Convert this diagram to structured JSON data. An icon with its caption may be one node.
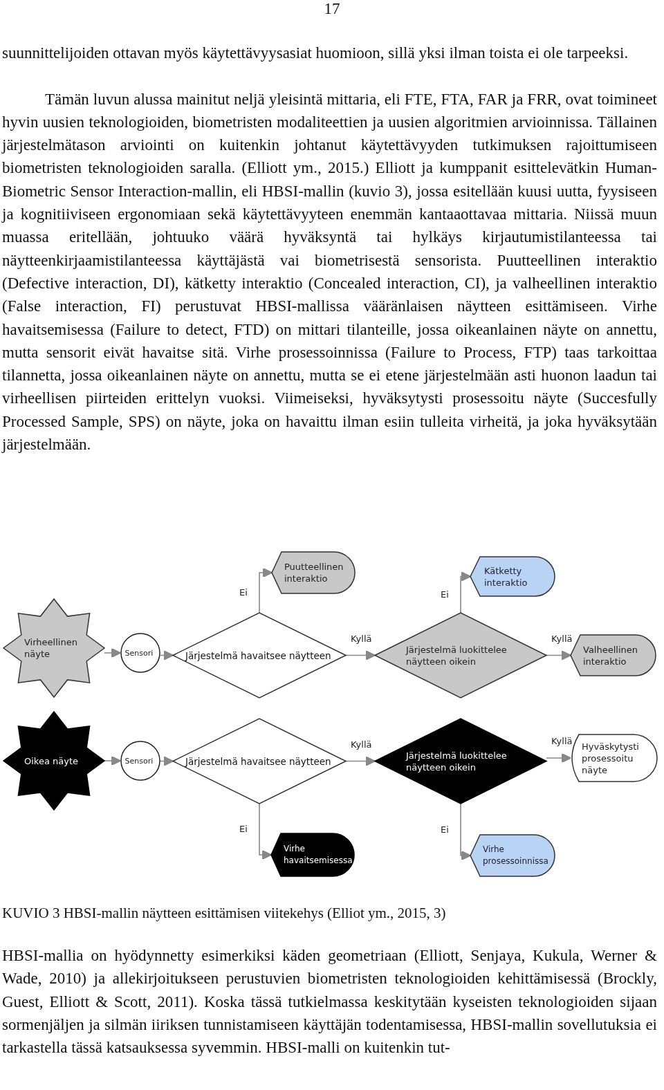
{
  "diagram": {
    "caption": "KUVIO 3 HBSI-mallin näytteen esittämisen viitekehys (Elliot ym., 2015, 3)",
    "nodes": [
      {
        "text": [
          "Virheellinen näyte"
        ]
      },
      {
        "text": [
          "Sensori"
        ]
      },
      {
        "text": [
          "Järjestelmä havaitsee näytteen"
        ]
      },
      {
        "text": [
          "Puutteellinen interaktio"
        ]
      },
      {
        "text": [
          "Järjestelmä luokittelee näytteen oikein"
        ]
      },
      {
        "text": [
          "Kätketty interaktio"
        ]
      },
      {
        "text": [
          "Valheellinen interaktio"
        ]
      },
      {
        "text": [
          "Oikea näyte"
        ]
      },
      {
        "text": [
          "Sensori"
        ]
      },
      {
        "text": [
          "Järjestelmä havaitsee näytteen"
        ]
      },
      {
        "text": [
          "Järjestelmä luokittelee näytteen oikein"
        ]
      },
      {
        "text": [
          "Hyväskytysti prosessoitu näyte"
        ]
      },
      {
        "text": [
          "Virhe havaitsemisessa"
        ]
      },
      {
        "text": [
          "Virhe prosessoinnissa"
        ]
      }
    ],
    "edges": [
      {
        "from": 0,
        "to": 1,
        "arrow": "to"
      },
      {
        "from": 1,
        "to": 2,
        "arrow": "to"
      },
      {
        "from": 2,
        "to": 3,
        "arrow": "to",
        "label": "Ei"
      },
      {
        "from": 2,
        "to": 4,
        "arrow": "to",
        "label": "Kyllä"
      },
      {
        "from": 4,
        "to": 5,
        "arrow": "to",
        "label": "Ei"
      },
      {
        "from": 4,
        "to": 6,
        "arrow": "to",
        "label": "Kyllä"
      },
      {
        "from": 7,
        "to": 8,
        "arrow": "to"
      },
      {
        "from": 8,
        "to": 9,
        "arrow": "to"
      },
      {
        "from": 9,
        "to": 10,
        "arrow": "to",
        "label": "Kyllä"
      },
      {
        "from": 10,
        "to": 11,
        "arrow": "to",
        "label": "Kyllä"
      },
      {
        "from": 9,
        "to": 12,
        "arrow": "to",
        "label": "Ei"
      },
      {
        "from": 10,
        "to": 13,
        "arrow": "to",
        "label": "Ei"
      }
    ],
    "labels": [
      "17",
      "suunnittelijoiden ottavan myös käytettävyysasiat huomioon, sillä yksi ilman toista ei ole tarpeeksi.",
      "Tämän luvun alussa mainitut neljä yleisintä mittaria, eli FTE, FTA, FAR ja FRR, ovat toimineet hyvin uusien teknologioiden, biometristen modaliteettien ja uusien algoritmien arvioinnissa. Tällainen järjestelmätason arviointi on kuitenkin johtanut käytettävyyden tutkimuksen rajoittumiseen biometristen teknologioiden saralla. (Elliott ym., 2015.) Elliott ja kumppanit esittelevätkin Human-Biometric Sensor Interaction-mallin, eli HBSI-mallin (kuvio 3), jossa esitellään kuusi uutta, fyysiseen ja kognitiiviseen ergonomiaan sekä käytettävyyteen enemmän kantaaottavaa mittaria. Niissä muun muassa eritellään, johtuuko väärä hyväksyntä tai hylkäys kirjautumistilanteessa tai näytteenkirjaamistilanteessa käyttäjästä vai biometrisestä sensorista. Puutteellinen interaktio (Defective interaction, DI), kätketty interaktio (Concealed interaction, CI), ja valheellinen interaktio (False interaction, FI) perustuvat HBSI-mallissa vääränlaisen näytteen esittämiseen. Virhe havaitsemisessa (Failure to detect, FTD) on mittari tilanteille, jossa oikeanlainen näyte on annettu, mutta sensorit eivät havaitse sitä. Virhe prosessoinnissa (Failure to Process, FTP) taas tarkoittaa tilannetta, jossa oikeanlainen näyte on annettu, mutta se ei etene järjestelmään asti huonon laadun tai virheellisen piirteiden erittelyn vuoksi. Viimeiseksi, hyväksytysti prosessoitu näyte (Succesfully Processed Sample, SPS) on näyte, joka on havaittu ilman esiin tulleita virheitä, ja joka hyväksytään järjestelmään.",
      "HBSI-mallia on hyödynnetty esimerkiksi käden geometriaan (Elliott, Senjaya, Kukula, Werner & Wade, 2010) ja allekirjoitukseen perustuvien biometristen teknologioiden kehittämisessä (Brockly, Guest, Elliott & Scott, 2011). Koska tässä tutkielmassa keskitytään kyseisten teknologioiden sijaan sormenjäljen ja silmän iiriksen tunnistamiseen käyttäjän todentamisessa, HBSI-mallin sovellutuksia ei tarkastella tässä katsauksessa syvemmin. HBSI-malli on kuitenkin tut-"
    ]
  }
}
